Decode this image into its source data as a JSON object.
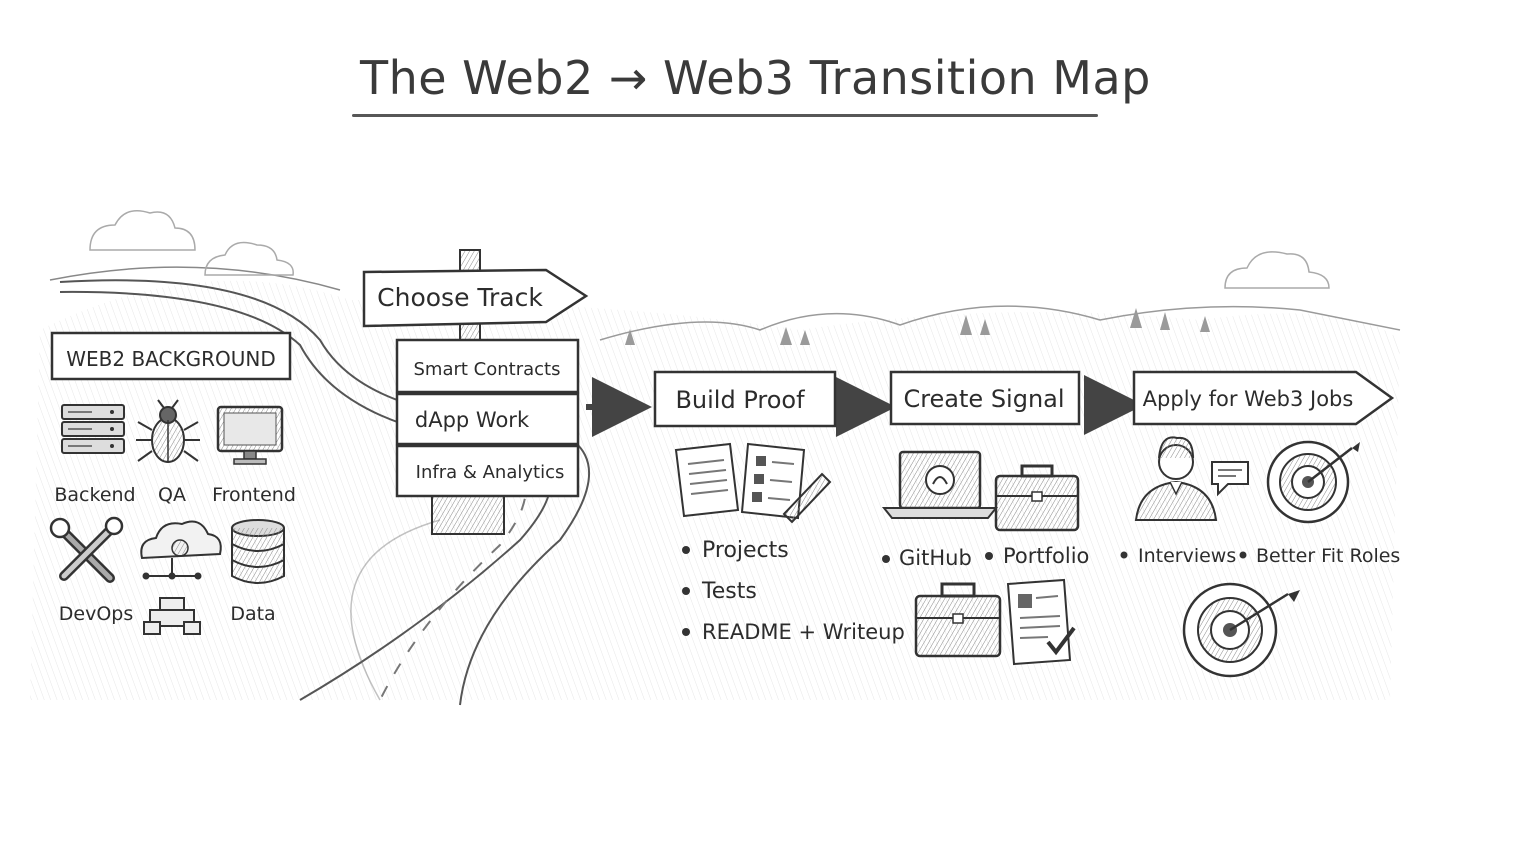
{
  "title": "The Web2 → Web3 Transition Map",
  "web2": {
    "heading": "WEB2 BACKGROUND",
    "roles": [
      "Backend",
      "QA",
      "Frontend",
      "DevOps",
      "Data"
    ]
  },
  "signpost": {
    "label": "Choose Track",
    "tracks": [
      "Smart Contracts",
      "dApp Work",
      "Infra & Analytics"
    ]
  },
  "stages": [
    {
      "label": "Build Proof",
      "bullets": [
        "Projects",
        "Tests",
        "README + Writeup"
      ]
    },
    {
      "label": "Create Signal",
      "bullets": [
        "GitHub",
        "Portfolio"
      ]
    },
    {
      "label": "Apply for Web3 Jobs",
      "bullets": [
        "Interviews",
        "Better Fit Roles"
      ]
    }
  ],
  "icons": {
    "backend": "server-icon",
    "qa": "bug-icon",
    "frontend": "monitor-icon",
    "devops": "wrench-icon",
    "cloud": "cloud-network-icon",
    "data": "database-icon",
    "documents": "documents-icon",
    "checklist": "checklist-icon",
    "laptop": "laptop-github-icon",
    "briefcase": "briefcase-icon",
    "person": "person-icon",
    "chat": "speech-bubble-icon",
    "target": "target-icon"
  }
}
